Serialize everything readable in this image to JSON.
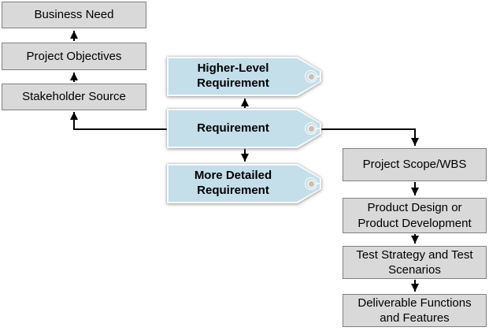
{
  "diagram": {
    "type": "flow-diagram",
    "background": "#ffffff",
    "colors": {
      "process_box_fill": "#d9d9d9",
      "process_box_border": "#808080",
      "tag_fill": "#c4deea",
      "tag_border": "#f7fafc",
      "grommet_center": "#c8bfb4",
      "arrow": "#000000",
      "text": "#000000"
    },
    "nodes": {
      "business_need": {
        "lines": [
          "Business Need"
        ]
      },
      "project_objectives": {
        "lines": [
          "Project Objectives"
        ]
      },
      "stakeholder_source": {
        "lines": [
          "Stakeholder Source"
        ]
      },
      "higher_level_requirement": {
        "lines": [
          "Higher-Level",
          "Requirement"
        ]
      },
      "requirement": {
        "lines": [
          "Requirement"
        ]
      },
      "more_detailed_requirement": {
        "lines": [
          "More Detailed",
          "Requirement"
        ]
      },
      "project_scope": {
        "lines": [
          "Project Scope/WBS"
        ]
      },
      "product_design": {
        "lines": [
          "Product Design or",
          "Product Development"
        ]
      },
      "test_strategy": {
        "lines": [
          "Test Strategy and Test",
          "Scenarios"
        ]
      },
      "deliverable_functions": {
        "lines": [
          "Deliverable Functions",
          "and Features"
        ]
      }
    },
    "edges": [
      {
        "from": "project_objectives",
        "to": "business_need"
      },
      {
        "from": "stakeholder_source",
        "to": "project_objectives"
      },
      {
        "from": "requirement",
        "to": "stakeholder_source"
      },
      {
        "from": "requirement",
        "to": "higher_level_requirement"
      },
      {
        "from": "requirement",
        "to": "more_detailed_requirement"
      },
      {
        "from": "requirement",
        "to": "project_scope"
      },
      {
        "from": "project_scope",
        "to": "product_design"
      },
      {
        "from": "product_design",
        "to": "test_strategy"
      },
      {
        "from": "test_strategy",
        "to": "deliverable_functions"
      }
    ]
  }
}
